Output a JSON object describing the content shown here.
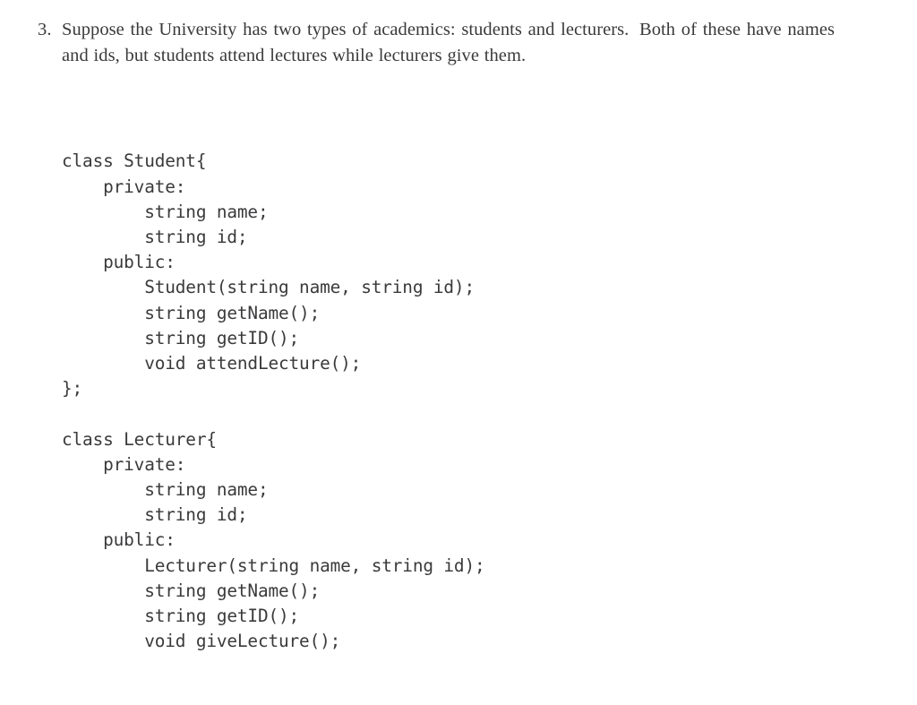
{
  "document": {
    "background_color": "#ffffff",
    "text_color": "#3a3a3c",
    "question_number": "3.",
    "question_text_part1": "Suppose the University has two types of academics: students and lecturers.",
    "question_text_part2": "Both of these have names and ids, but students attend lectures while lecturers give them."
  },
  "code": {
    "language": "cpp",
    "blocks": [
      {
        "name": "student-class",
        "lines": [
          "class Student{",
          "    private:",
          "        string name;",
          "        string id;",
          "    public:",
          "        Student(string name, string id);",
          "        string getName();",
          "        string getID();",
          "        void attendLecture();",
          "};"
        ]
      },
      {
        "name": "lecturer-class",
        "lines": [
          "class Lecturer{",
          "    private:",
          "        string name;",
          "        string id;",
          "    public:",
          "        Lecturer(string name, string id);",
          "        string getName();",
          "        string getID();",
          "        void giveLecture();"
        ]
      }
    ]
  }
}
